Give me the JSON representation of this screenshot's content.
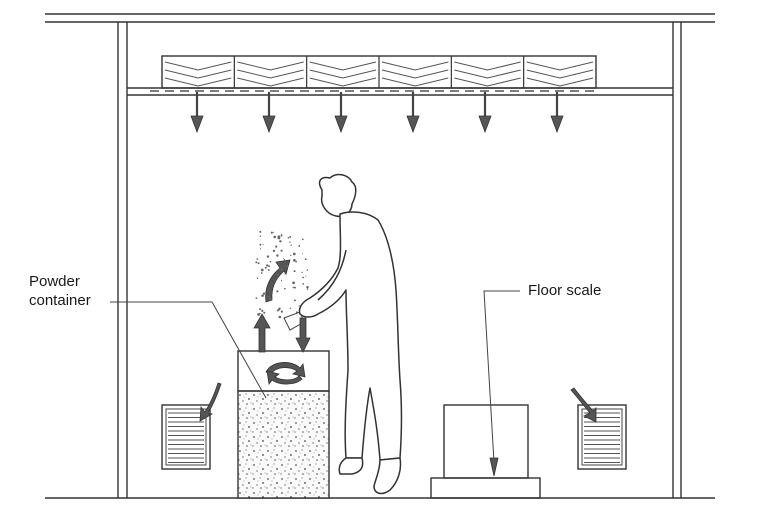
{
  "labels": {
    "powder_line1": "Powder",
    "powder_line2": "container",
    "floor_scale": "Floor scale"
  },
  "diffuser": {
    "count": 6,
    "arrow_count": 6
  },
  "colors": {
    "stroke": "#333333",
    "arrow_fill": "#555555",
    "background": "#ffffff"
  }
}
